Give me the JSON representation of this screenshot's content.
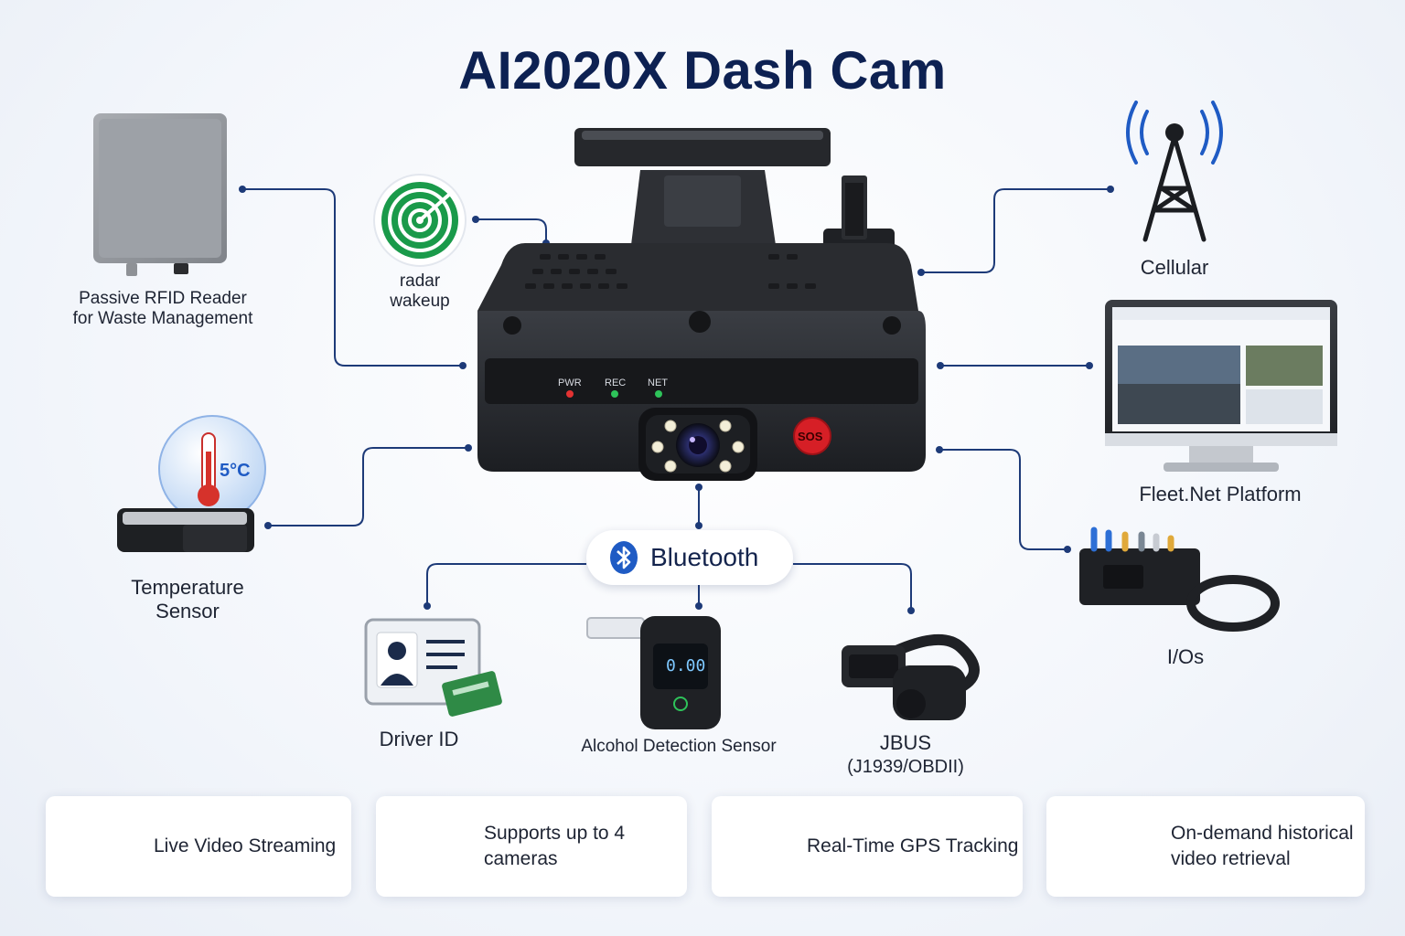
{
  "title": "AI2020X Dash Cam",
  "device": {
    "led_labels": [
      "PWR",
      "REC",
      "NET"
    ],
    "sos_label": "SOS"
  },
  "peripherals": {
    "rfid": {
      "line1": "Passive RFID Reader",
      "line2": "for Waste Management"
    },
    "radar": {
      "line1": "radar",
      "line2": "wakeup"
    },
    "temperature": {
      "line1": "Temperature",
      "line2": "Sensor",
      "readout": "5°C"
    },
    "cellular": {
      "label": "Cellular"
    },
    "fleet": {
      "label": "Fleet.Net Platform"
    },
    "ios": {
      "label": "I/Os"
    },
    "driver_id": {
      "label": "Driver ID"
    },
    "alcohol": {
      "label": "Alcohol Detection Sensor",
      "readout": "0.00"
    },
    "jbus": {
      "line1": "JBUS",
      "line2": "(J1939/OBDII)"
    }
  },
  "bluetooth": {
    "label": "Bluetooth"
  },
  "features": [
    {
      "label": "Live Video Streaming",
      "icon": "video-camera-icon"
    },
    {
      "label": "Supports up to 4 cameras",
      "icon": "dome-camera-icon"
    },
    {
      "label": "Real-Time GPS Tracking",
      "icon": "location-pin-icon"
    },
    {
      "label_line1": "On-demand historical",
      "label_line2": "video retrieval",
      "icon": "cloud-play-icon"
    }
  ],
  "colors": {
    "title": "#0d2152",
    "connector": "#1d3a78",
    "accent_blue": "#1f5bc4",
    "radar_green": "#1a9a4a",
    "sos_red": "#d61f26"
  }
}
